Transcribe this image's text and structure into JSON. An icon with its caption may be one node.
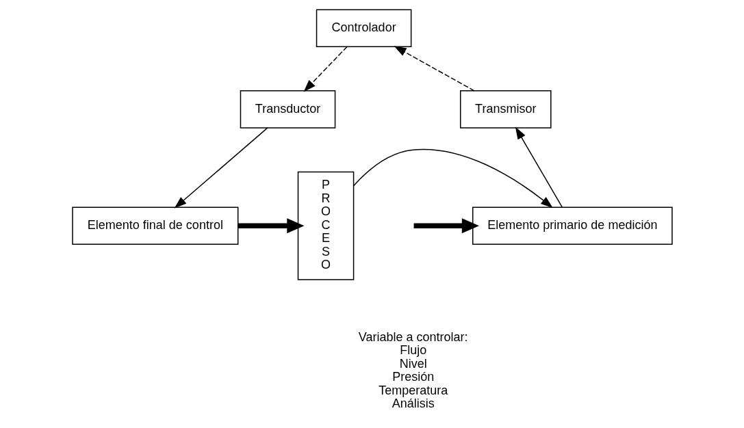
{
  "diagram": {
    "nodes": [
      {
        "text": [
          "Controlador"
        ]
      },
      {
        "text": [
          "Transmisor"
        ]
      },
      {
        "text": [
          "Transductor"
        ]
      },
      {
        "text": [
          "Elemento primario de medición"
        ]
      },
      {
        "text": [
          "Elemento final de control"
        ]
      },
      {
        "text": [
          "PROCESO"
        ]
      }
    ],
    "edges": [
      {
        "from": null,
        "to": 3,
        "arrow": "to",
        "style": "thick"
      },
      {
        "from": 3,
        "to": 1,
        "arrow": "to"
      },
      {
        "from": 1,
        "to": 0,
        "arrow": "to",
        "style": "dashed"
      },
      {
        "from": 0,
        "to": 2,
        "arrow": "to",
        "style": "dashed"
      },
      {
        "from": 2,
        "to": 4,
        "arrow": "to"
      },
      {
        "from": 4,
        "to": 5,
        "arrow": "to",
        "style": "thick"
      },
      {
        "from": 5,
        "to": 3,
        "arrow": "to"
      }
    ],
    "labels": [
      "Variable a controlar:",
      "Flujo",
      "Nivel",
      "Presión",
      "Temperatura",
      "Análisis"
    ]
  }
}
